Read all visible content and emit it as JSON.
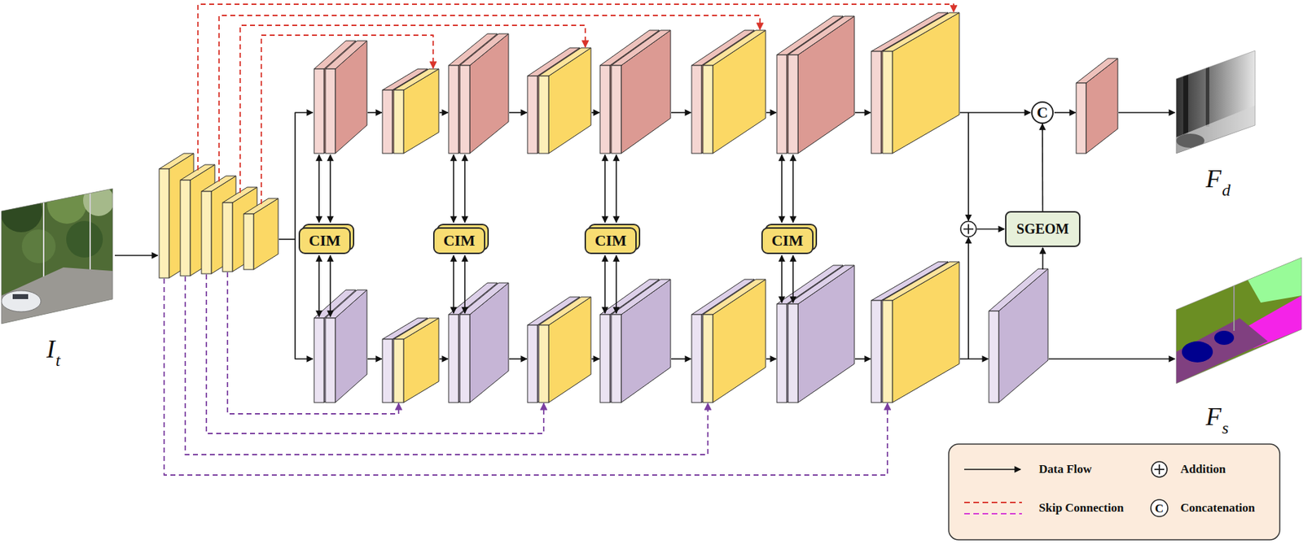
{
  "diagram": {
    "nodes": [
      {
        "text": [
          "CIM"
        ]
      },
      {
        "text": [
          "CIM"
        ]
      },
      {
        "text": [
          "CIM"
        ]
      },
      {
        "text": [
          "CIM"
        ]
      },
      {
        "text": [
          "SGEOM"
        ]
      },
      {
        "text": [
          "C"
        ]
      }
    ],
    "edges": [
      {
        "from": 4,
        "to": 5,
        "arrow": "to"
      }
    ],
    "labels": [
      "I",
      "t",
      "F",
      "d",
      "F",
      "s",
      "C"
    ],
    "legend": [
      {
        "text": "Data Flow"
      },
      {
        "text": "Addition"
      },
      {
        "text": "Skip Connection"
      },
      {
        "text": "Concatenation"
      }
    ]
  }
}
